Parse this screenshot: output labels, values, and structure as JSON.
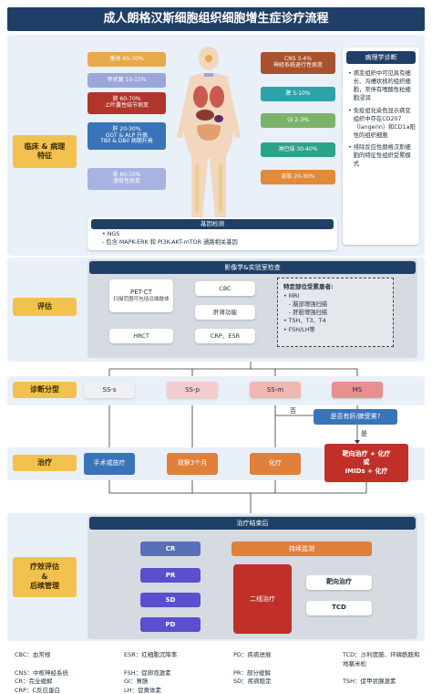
{
  "title": "成人朗格汉斯细胞组织细胞增生症诊疗流程",
  "stages": {
    "clinical": "临床 & 病理\n特征",
    "assessment": "评估",
    "diagnosis": "诊断分型",
    "treatment": "治疗",
    "evaluation": "疗效评估\n&\n后续管理"
  },
  "organs_left": [
    {
      "label": "垂体 60-70%",
      "color": "#e8a94a"
    },
    {
      "label": "甲状腺 10-15%",
      "color": "#9aa7d8"
    },
    {
      "label": "肺 60-70%\n上叶囊性结节病变",
      "color": "#b0362b"
    },
    {
      "label": "肝 20-30%\nGGT & ALP 升高\nTBil & DBil 病期升高",
      "color": "#3a74b8"
    },
    {
      "label": "骨 60-70%\n溶骨性病变",
      "color": "#a7b3e0"
    }
  ],
  "organs_right": [
    {
      "label": "CNS 3-4%\n神经系统退行性病变",
      "color": "#a8522e"
    },
    {
      "label": "脾 5-10%",
      "color": "#2ba3a8"
    },
    {
      "label": "GI 2-3%",
      "color": "#7cb36b"
    },
    {
      "label": "淋巴结 30-40%",
      "color": "#2ba38a"
    },
    {
      "label": "皮肤 20-30%",
      "color": "#e08a3a"
    }
  ],
  "pathology": {
    "title": "病理学诊断",
    "items": [
      "病变组织中可见具有细长、沟槽状核的组织细胞，常伴有嗜酸性粒细胞浸润",
      "免疫组化染色显示病变组织中存在CD207（langerin）和CD1a阳性的组织细胞",
      "排除反应性朗格汉斯细胞的特征性组织受累模式"
    ]
  },
  "gene": {
    "title": "基因检测",
    "lines": [
      "NGS",
      "包含 MAPK-ERK 和 PI3K-AKT-mTOR 通路相关基因"
    ]
  },
  "imaging": {
    "title": "影像学&实验室检查",
    "petct": "PET-CT",
    "petct_sub": "扫描范围可包括远端肢体",
    "hrct": "HRCT",
    "cbc": "CBC",
    "liver": "肝肾功能",
    "crp": "CRP、ESR",
    "special_title": "特定部位受累患者:",
    "special_items": [
      "MRI",
      "- 脑部增强扫描",
      "- 肝脏增强扫描",
      "TSH、T3、T4",
      "FSH/LH等"
    ]
  },
  "diagnosis_types": [
    {
      "label": "SS-s",
      "color": "#eef0f3"
    },
    {
      "label": "SS-p",
      "color": "#f5cccc"
    },
    {
      "label": "SS-m",
      "color": "#f0b7b0"
    },
    {
      "label": "MS",
      "color": "#e89090"
    }
  ],
  "question": {
    "label": "是否有肝/脾受累?",
    "no": "否",
    "yes": "是"
  },
  "treatments": [
    {
      "label": "手术或放疗",
      "color": "#3a74b8"
    },
    {
      "label": "观察3个月",
      "color": "#e0803a"
    },
    {
      "label": "化疗",
      "color": "#e0803a"
    },
    {
      "label": "靶向治疗 + 化疗\n或\nIMIDs + 化疗",
      "color": "#c03028"
    }
  ],
  "end_treatment": "治疗结束后",
  "responses": [
    {
      "label": "CR",
      "color": "#5a6fb8"
    },
    {
      "label": "PR",
      "color": "#5a4fcf"
    },
    {
      "label": "SD",
      "color": "#5a4fcf"
    },
    {
      "label": "PD",
      "color": "#5a4fcf"
    }
  ],
  "monitor": "持续监测",
  "second_line": "二线治疗",
  "targeted": "靶向治疗",
  "tcd": "TCD",
  "legend": [
    [
      "CBC：血常规",
      "ESR：红细胞沉降率",
      "PD：疾病进展",
      "TCD：沙利度胺、环磷酰胺和地塞米松"
    ],
    [
      "CNS：中枢神经系统",
      "FSH：促卵泡激素",
      "PR：部分缓解",
      ""
    ],
    [
      "CR：完全缓解",
      "GI：胃肠",
      "SD：疾病稳定",
      "TSH：促甲状腺激素"
    ],
    [
      "CRP：C反应蛋白",
      "LH：促黄体素",
      "",
      ""
    ]
  ]
}
